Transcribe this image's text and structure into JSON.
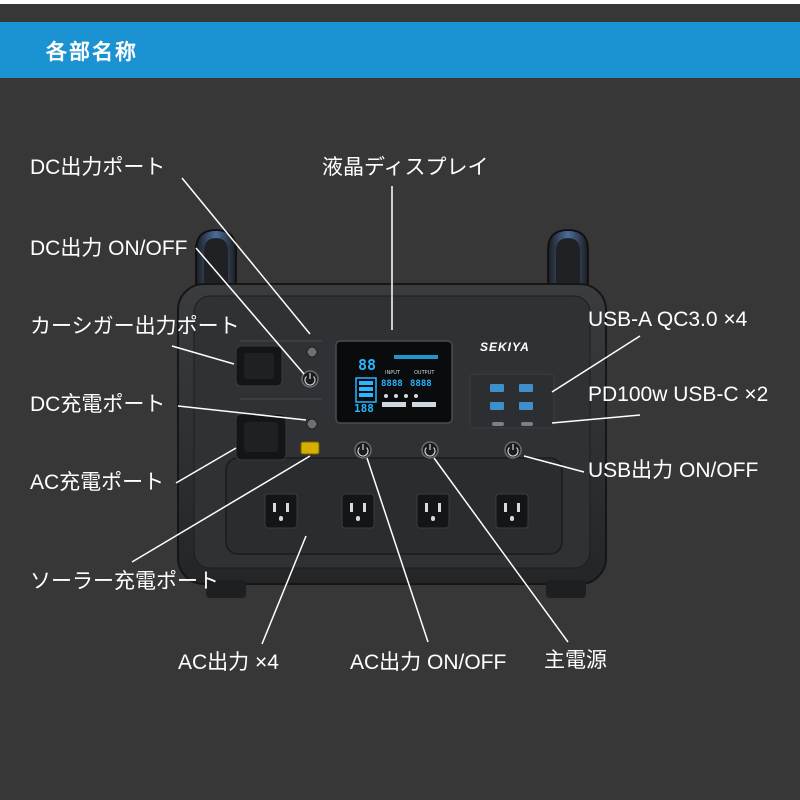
{
  "header": {
    "title": "各部名称"
  },
  "product": {
    "brand": "SEKIYA"
  },
  "lcd": {
    "left_top": "88",
    "left_bottom": "188",
    "input_value": "8888",
    "output_value": "8888",
    "input_label": "INPUT",
    "output_label": "OUTPUT"
  },
  "callouts": {
    "dc_output_port": "DC出力ポート",
    "lcd_display": "液晶ディスプレイ",
    "dc_output_onoff": "DC出力 ON/OFF",
    "car_cigar_port": "カーシガー出力ポート",
    "usb_a_qc": "USB-A QC3.0 ×4",
    "pd_usb_c": "PD100w USB-C ×2",
    "dc_charge_port": "DC充電ポート",
    "ac_charge_port": "AC充電ポート",
    "usb_output_onoff": "USB出力 ON/OFF",
    "solar_charge_port": "ソーラー充電ポート",
    "ac_output": "AC出力 ×4",
    "ac_output_onoff": "AC出力 ON/OFF",
    "main_power": "主電源"
  },
  "colors": {
    "background": "#373737",
    "header": "#1b93d2",
    "device_body": "#2b2d2f",
    "lcd_blue": "#27b6ff",
    "usb_port": "#3f8fc8",
    "solar_port": "#d4b000",
    "text": "#ffffff"
  },
  "icons": [
    "power-button-icon",
    "ac-outlet-icon",
    "usb-a-port-icon",
    "usb-c-port-icon"
  ]
}
